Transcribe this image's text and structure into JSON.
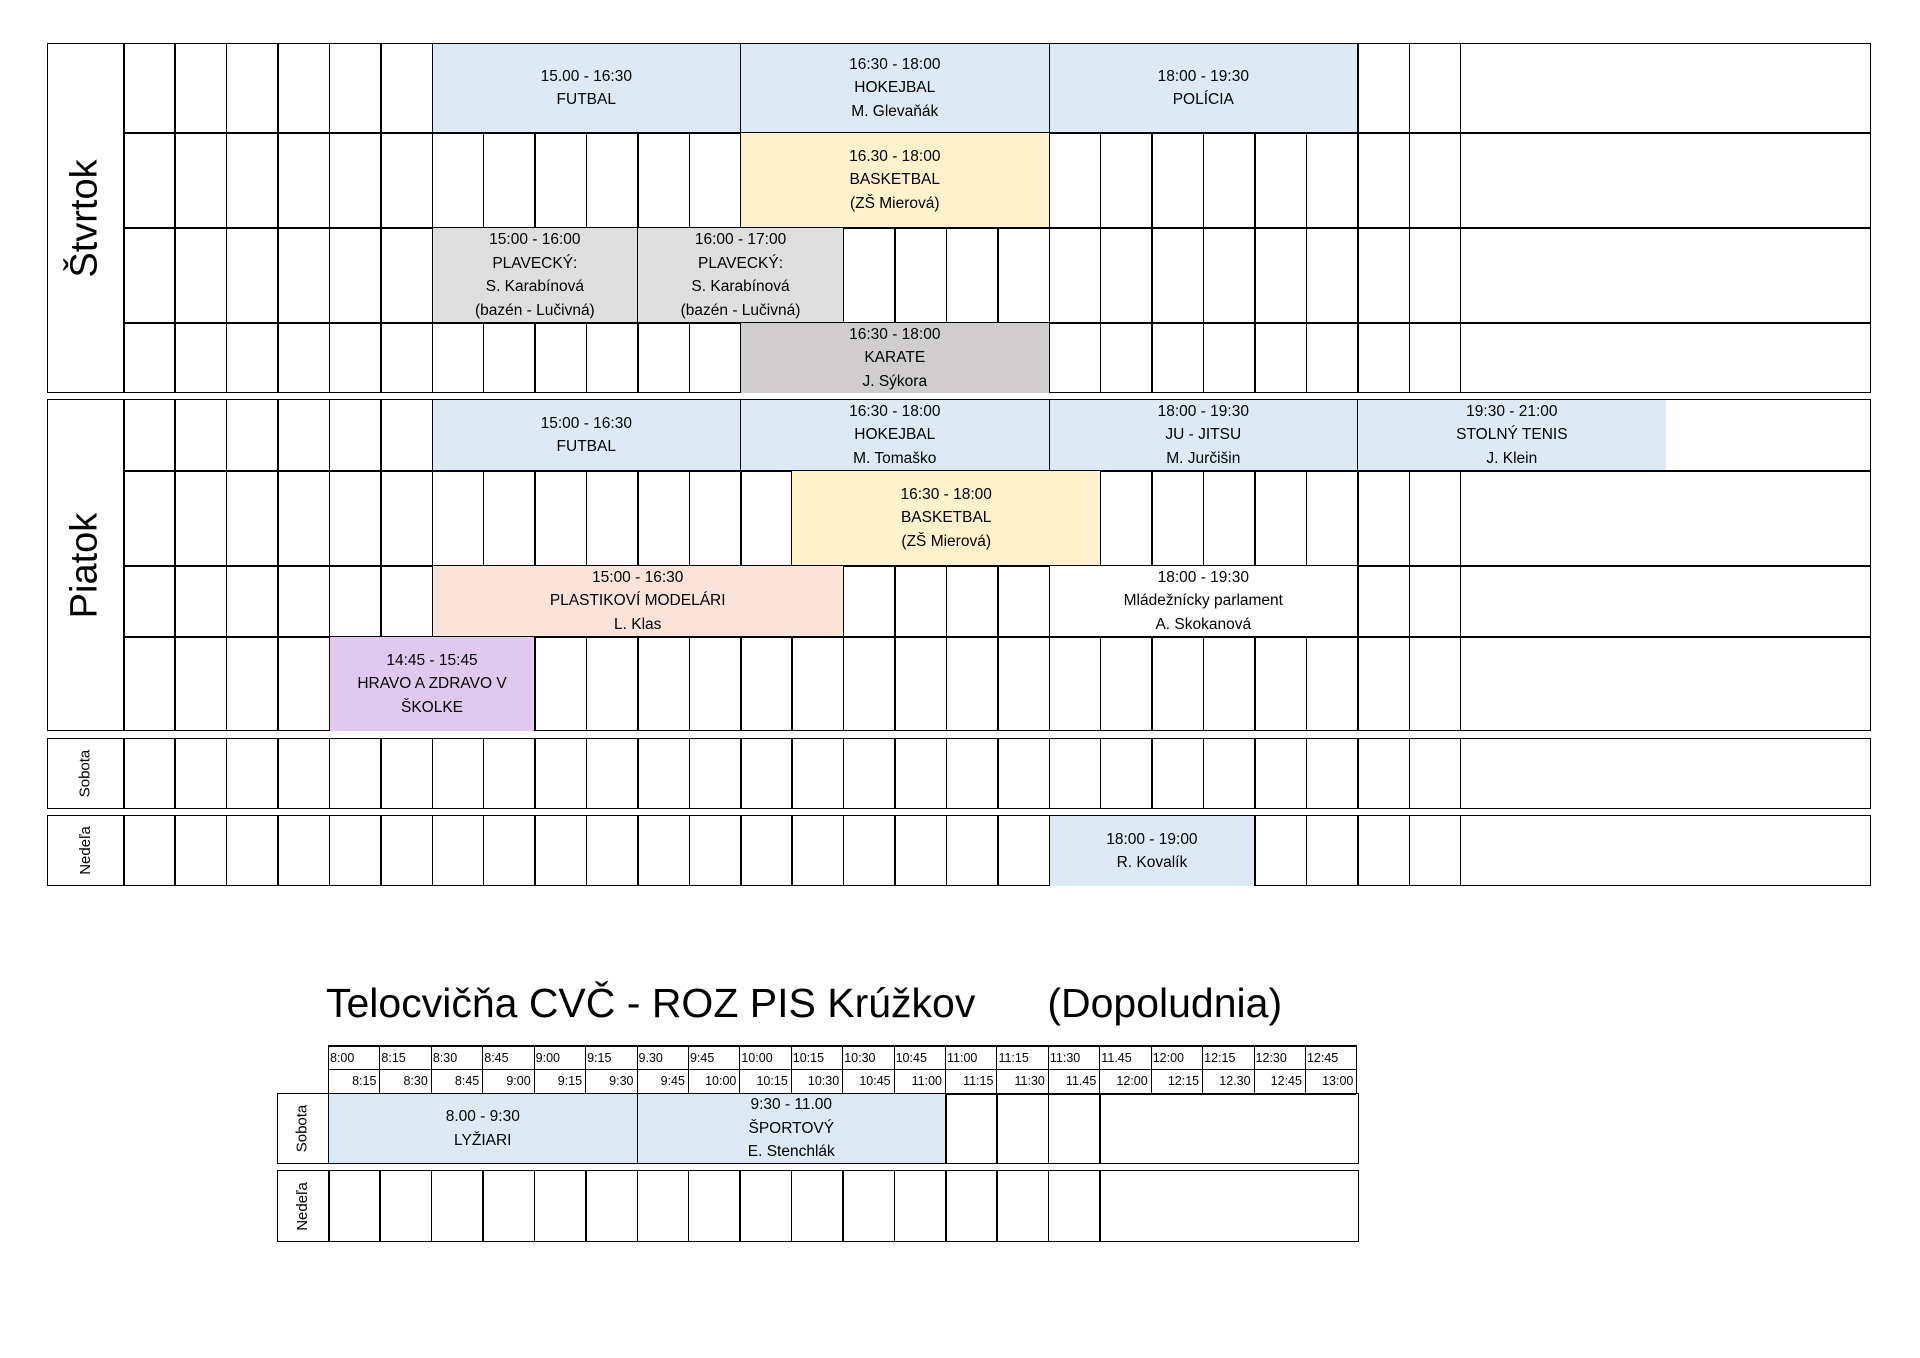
{
  "colors": {
    "blue": "#dde9f5",
    "yellow": "#fff1cb",
    "gray_light": "#dedede",
    "gray_dark": "#cfcdcd",
    "orange": "#fbe4d7",
    "purple": "#dfc9ef",
    "white": "#ffffff"
  },
  "afternoon": {
    "days": [
      {
        "label": "Štvrtok",
        "rows": [
          [
            {
              "slot": 6,
              "span": 6,
              "color": "blue",
              "lines": [
                "15.00 - 16:30",
                "FUTBAL"
              ]
            },
            {
              "slot": 12,
              "span": 6,
              "color": "blue",
              "lines": [
                "16:30 - 18:00",
                "HOKEJBAL",
                "M. Glevaňák"
              ]
            },
            {
              "slot": 18,
              "span": 6,
              "color": "blue",
              "lines": [
                "18:00 - 19:30",
                "POLÍCIA"
              ]
            }
          ],
          [
            {
              "slot": 12,
              "span": 6,
              "color": "yellow",
              "lines": [
                "16.30 - 18:00",
                "BASKETBAL",
                "(ZŠ Mierová)"
              ]
            }
          ],
          [
            {
              "slot": 6,
              "span": 4,
              "color": "gray_light",
              "lines": [
                "15:00 - 16:00",
                "PLAVECKÝ:",
                "S. Karabínová",
                "(bazén - Lučivná)"
              ]
            },
            {
              "slot": 10,
              "span": 4,
              "color": "gray_light",
              "lines": [
                "16:00 - 17:00",
                "PLAVECKÝ:",
                "S. Karabínová",
                "(bazén - Lučivná)"
              ]
            }
          ],
          [
            {
              "slot": 12,
              "span": 6,
              "color": "gray_dark",
              "lines": [
                "16:30 - 18:00",
                "KARATE",
                "J. Sýkora"
              ]
            }
          ]
        ]
      },
      {
        "label": "Piatok",
        "rows": [
          [
            {
              "slot": 6,
              "span": 6,
              "color": "blue",
              "lines": [
                "15:00 - 16:30",
                "FUTBAL"
              ]
            },
            {
              "slot": 12,
              "span": 6,
              "color": "blue",
              "lines": [
                "16:30 - 18:00",
                "HOKEJBAL",
                "M. Tomaško"
              ]
            },
            {
              "slot": 18,
              "span": 6,
              "color": "blue",
              "lines": [
                "18:00 - 19:30",
                "JU - JITSU",
                "M. Jurčišin"
              ]
            },
            {
              "slot": 24,
              "span": 6,
              "color": "blue",
              "lines": [
                "19:30 - 21:00",
                "STOLNÝ TENIS",
                "J. Klein"
              ]
            }
          ],
          [
            {
              "slot": 13,
              "span": 6,
              "color": "yellow",
              "lines": [
                "16:30 - 18:00",
                "BASKETBAL",
                "(ZŠ Mierová)"
              ]
            }
          ],
          [
            {
              "slot": 6,
              "span": 8,
              "color": "orange",
              "lines": [
                "15:00 - 16:30",
                "PLASTIKOVÍ MODELÁRI",
                "L. Klas"
              ]
            },
            {
              "slot": 18,
              "span": 6,
              "color": "white",
              "lines": [
                "18:00 - 19:30",
                "Mládežnícky parlament",
                "A. Skokanová"
              ]
            }
          ],
          [
            {
              "slot": 4,
              "span": 4,
              "color": "purple",
              "lines": [
                "14:45 - 15:45",
                "HRAVO A ZDRAVO V",
                "ŠKOLKE"
              ]
            }
          ]
        ]
      },
      {
        "label": "Sobota",
        "rows": [
          []
        ]
      },
      {
        "label": "Nedeľa",
        "rows": [
          [
            {
              "slot": 18,
              "span": 4,
              "color": "blue",
              "lines": [
                "18:00 - 19:00",
                "R. Kovalík"
              ]
            }
          ]
        ]
      }
    ]
  },
  "morning": {
    "title_main": "Telocvičňa CVČ - ROZ PIS Krúžkov",
    "title_suffix": "(Dopoludnia)",
    "time_start": [
      "8:00",
      "8:15",
      "8:30",
      "8:45",
      "9:00",
      "9:15",
      "9.30",
      "9:45",
      "10:00",
      "10:15",
      "10:30",
      "10:45",
      "11:00",
      "11:15",
      "11:30",
      "11.45",
      "12:00",
      "12:15",
      "12:30",
      "12:45"
    ],
    "time_end": [
      "8:15",
      "8:30",
      "8:45",
      "9:00",
      "9:15",
      "9:30",
      "9:45",
      "10:00",
      "10:15",
      "10:30",
      "10:45",
      "11:00",
      "11:15",
      "11:30",
      "11.45",
      "12:00",
      "12:15",
      "12.30",
      "12:45",
      "13:00"
    ],
    "days": [
      {
        "label": "Sobota",
        "events": [
          {
            "slot": 0,
            "span": 6,
            "color": "blue",
            "lines": [
              "8.00 - 9:30",
              "LYŽIARI"
            ]
          },
          {
            "slot": 6,
            "span": 6,
            "color": "blue",
            "lines": [
              "9:30 - 11.00",
              "ŠPORTOVÝ",
              "E. Stenchlák"
            ]
          }
        ]
      },
      {
        "label": "Nedeľa",
        "events": []
      }
    ]
  }
}
